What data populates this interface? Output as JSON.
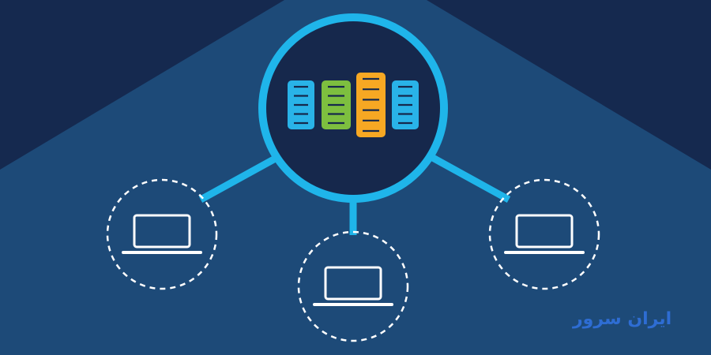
{
  "colors": {
    "background_dark": "#15294f",
    "background_mid": "#1d4a78",
    "connector_blue": "#1fb5ea",
    "hub_fill": "#16284c",
    "server_blue": "#29b3e8",
    "server_green": "#7dbf3f",
    "server_orange": "#f7a823",
    "client_outline": "#ffffff",
    "watermark_blue": "#2f6fd8",
    "watermark_accent": "#f5a623"
  },
  "hub": {
    "icon": "server-rack-icon",
    "servers": [
      {
        "name": "server-1",
        "color": "#29b3e8",
        "emphasis": "normal"
      },
      {
        "name": "server-2",
        "color": "#7dbf3f",
        "emphasis": "normal"
      },
      {
        "name": "server-3",
        "color": "#f7a823",
        "emphasis": "tall"
      },
      {
        "name": "server-4",
        "color": "#29b3e8",
        "emphasis": "normal"
      }
    ]
  },
  "clients": [
    {
      "name": "left-client",
      "icon": "laptop-icon"
    },
    {
      "name": "center-client",
      "icon": "laptop-icon"
    },
    {
      "name": "right-client",
      "icon": "laptop-icon"
    }
  ],
  "watermark": {
    "text": "ایران سرور",
    "icon": "brand-logo"
  }
}
